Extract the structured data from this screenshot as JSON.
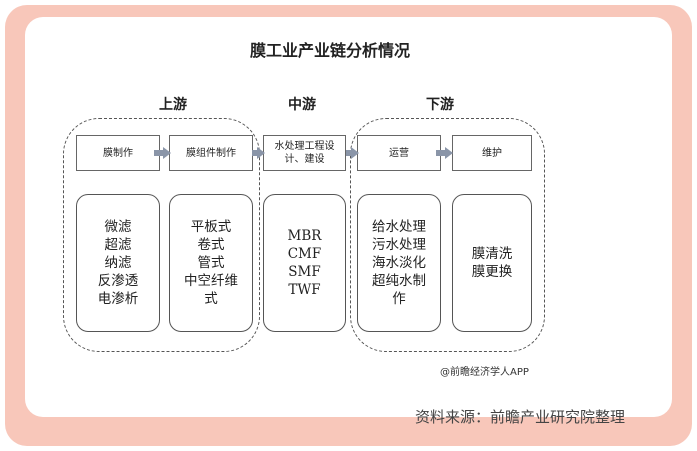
{
  "title": "膜工业产业链分析情况",
  "stages": {
    "upstream": "上游",
    "midstream": "中游",
    "downstream": "下游"
  },
  "process_nodes": {
    "membrane_making": "膜制作",
    "module_making": "膜组件制作",
    "water_engineering": "水处理工程设计、建设",
    "operation": "运营",
    "maintenance": "维护"
  },
  "detail_lists": {
    "membrane_types": [
      "微滤",
      "超滤",
      "纳滤",
      "反渗透",
      "电渗析"
    ],
    "module_types": [
      "平板式",
      "卷式",
      "管式",
      "中空纤维式"
    ],
    "processes": [
      "MBR",
      "CMF",
      "SMF",
      "TWF"
    ],
    "applications": [
      "给水处理",
      "污水处理",
      "海水淡化",
      "超纯水制作"
    ],
    "services": [
      "膜清洗",
      "膜更换"
    ]
  },
  "credit": "@前瞻经济学人APP",
  "source": "资料来源：前瞻产业研究院整理"
}
